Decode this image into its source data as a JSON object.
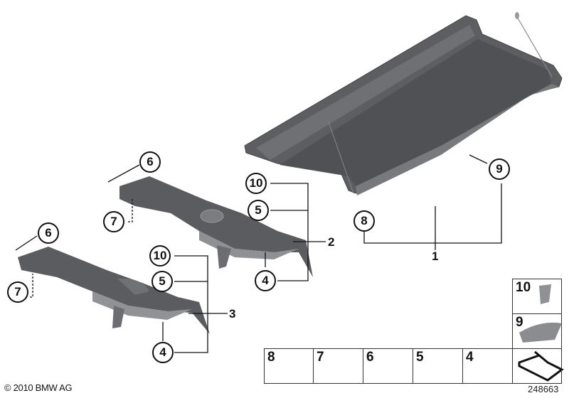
{
  "diagram": {
    "copyright": "© 2010 BMW AG",
    "diagram_id": "248663",
    "colors": {
      "part_dark": "#55575a",
      "part_mid": "#6b6d70",
      "fastener": "#a9abad",
      "line": "#111111"
    },
    "parts": [
      {
        "number": "1",
        "name": "parcel-shelf"
      },
      {
        "number": "2",
        "name": "side-trim-right"
      },
      {
        "number": "3",
        "name": "side-trim-left"
      }
    ],
    "callouts": {
      "c6a": "6",
      "c7a": "7",
      "c10a": "10",
      "c5a": "5",
      "c4a": "4",
      "c6b": "6",
      "c7b": "7",
      "c10b": "10",
      "c5b": "5",
      "c4b": "4",
      "c8": "8",
      "c9": "9"
    },
    "labels": {
      "l1": "1",
      "l2": "2",
      "l3": "3"
    },
    "legend_cells": [
      {
        "number": "8",
        "icon": "grommet-icon"
      },
      {
        "number": "7",
        "icon": "push-rivet-icon"
      },
      {
        "number": "6",
        "icon": "collar-screw-icon"
      },
      {
        "number": "5",
        "icon": "clip-nut-icon"
      },
      {
        "number": "4",
        "icon": "expanding-rivet-icon"
      },
      {
        "number": "",
        "icon": "arrow-icon"
      },
      {
        "number": "9",
        "icon": "bumper-stop-icon"
      },
      {
        "number": "10",
        "icon": "bracket-clip-icon"
      }
    ]
  }
}
